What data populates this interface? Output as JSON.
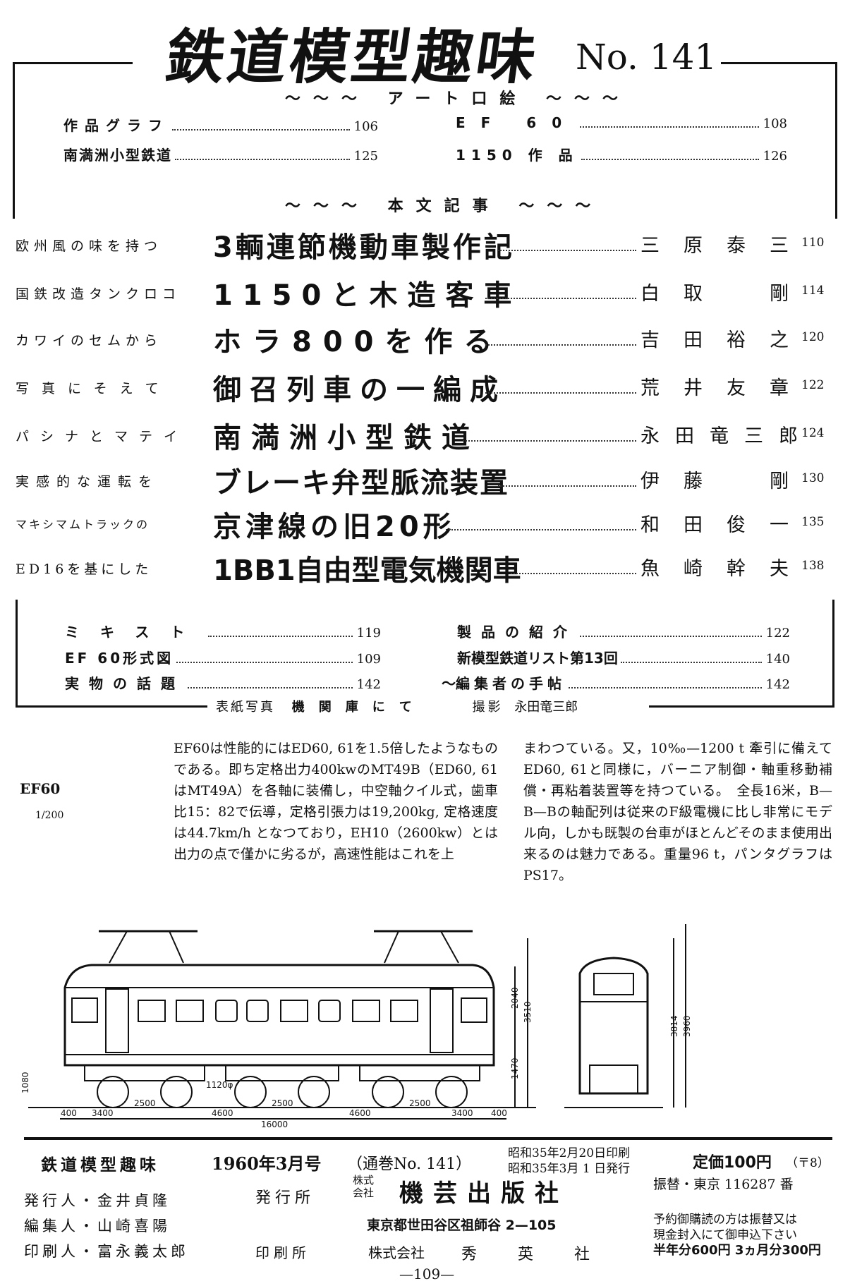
{
  "magazine": {
    "title": "鉄道模型趣味",
    "issue": "No. 141"
  },
  "art_section": {
    "heading": "アート口絵",
    "items": [
      {
        "label": "作品グラフ",
        "page": "106"
      },
      {
        "label": "EF 60",
        "page": "108"
      },
      {
        "label": "南満洲小型鉄道",
        "page": "125"
      },
      {
        "label": "1150 作 品",
        "page": "126"
      }
    ]
  },
  "articles_section": {
    "heading": "本文記事",
    "items": [
      {
        "kicker": "欧州風の味を持つ",
        "title": "3輌連節機動車製作記",
        "author": "三原泰三",
        "page": "110"
      },
      {
        "kicker": "国鉄改造タンクロコ",
        "title": "1150と木造客車",
        "author": "白取　剛",
        "page": "114"
      },
      {
        "kicker": "カワイのセムから",
        "title": "ホラ800を作る",
        "author": "吉田裕之",
        "page": "120"
      },
      {
        "kicker": "写真にそえて",
        "title": "御召列車の一編成",
        "author": "荒井友章",
        "page": "122"
      },
      {
        "kicker": "パシナとマテイ",
        "title": "南満洲小型鉄道",
        "author": "永田竜三郎",
        "page": "124"
      },
      {
        "kicker": "実感的な運転を",
        "title": "ブレーキ弁型脈流装置",
        "author": "伊藤　剛",
        "page": "130"
      },
      {
        "kicker": "マキシマムトラックの",
        "title": "京津線の旧20形",
        "author": "和田俊一",
        "page": "135"
      },
      {
        "kicker": "ED16を基にした",
        "title": "1BB1自由型電気機関車",
        "author": "魚崎幹夫",
        "page": "138"
      }
    ]
  },
  "misc_section": {
    "items": [
      {
        "label": "ミキスト",
        "page": "119"
      },
      {
        "label": "製品の紹介",
        "page": "122"
      },
      {
        "label": "EF 60形式図",
        "page": "109"
      },
      {
        "label": "新模型鉄道リスト第13回",
        "page": "140"
      },
      {
        "label": "実物の話題",
        "page": "142"
      },
      {
        "label": "編集者の手帖",
        "page": "142"
      }
    ]
  },
  "cover": {
    "label": "表紙写真",
    "title": "機関庫にて",
    "credit_label": "撮影",
    "credit": "永田竜三郎"
  },
  "ef60": {
    "caption": "EF60",
    "scale": "1/200",
    "text_left": "EF60は性能的にはED60, 61を1.5倍したようなものである。即ち定格出力400kwのMT49B（ED60, 61はMT49A）を各軸に装備し，中空軸クイル式，歯車比15：82で伝導，定格引張力は19,200kg, 定格速度は44.7km/h となつており，EH10（2600kw）とは出力の点で僅かに劣るが，高速性能はこれを上",
    "text_right": "まわつている。又，10‰—1200 t 牽引に備えてED60, 61と同様に，バーニア制御・軸重移動補償・再粘着装置等を持つている。　全長16米，B—B—Bの軸配列は従来のF級電機に比し非常にモデル向，しかも既製の台車がほとんどそのまま使用出来るのは魅力である。重量96 t，パンタグラフはPS17。",
    "dims": {
      "h2040": "2040",
      "h3510": "3510",
      "h1470": "1470",
      "h1080": "1080",
      "w1120": "1120φ",
      "d400a": "400",
      "d400b": "400",
      "d3400a": "3400",
      "d3400b": "3400",
      "d2500a": "2500",
      "d2500b": "2500",
      "d2500c": "2500",
      "d4600a": "4600",
      "d4600b": "4600",
      "d16000": "16000",
      "e3814": "3814",
      "e3960": "3960"
    }
  },
  "colophon": {
    "magazine": "鉄道模型趣味",
    "issue_date": "1960年3月号",
    "volume": "（通巻No. 141）",
    "print_date": "昭和35年2月20日印刷",
    "publish_date": "昭和35年3月 1 日発行",
    "price": "定価100円",
    "postage": "（〒8）",
    "publisher_label": "発行所",
    "publisher_type": "株式会社",
    "publisher": "機芸出版社",
    "address": "東京都世田谷区祖師谷 2—105",
    "transfer": "振替・東京 116287 番",
    "people": [
      {
        "role": "発行人",
        "name": "金井貞隆"
      },
      {
        "role": "編集人",
        "name": "山崎喜陽"
      },
      {
        "role": "印刷人",
        "name": "富永義太郎"
      }
    ],
    "printer_label": "印刷所",
    "printer_type": "株式会社",
    "printer": "秀　英　社",
    "subscription_1": "予約御購読の方は振替又は",
    "subscription_2": "現金封入にて御申込下さい",
    "subscription_3": "半年分600円 3ヵ月分300円"
  },
  "page_number": "—109—"
}
